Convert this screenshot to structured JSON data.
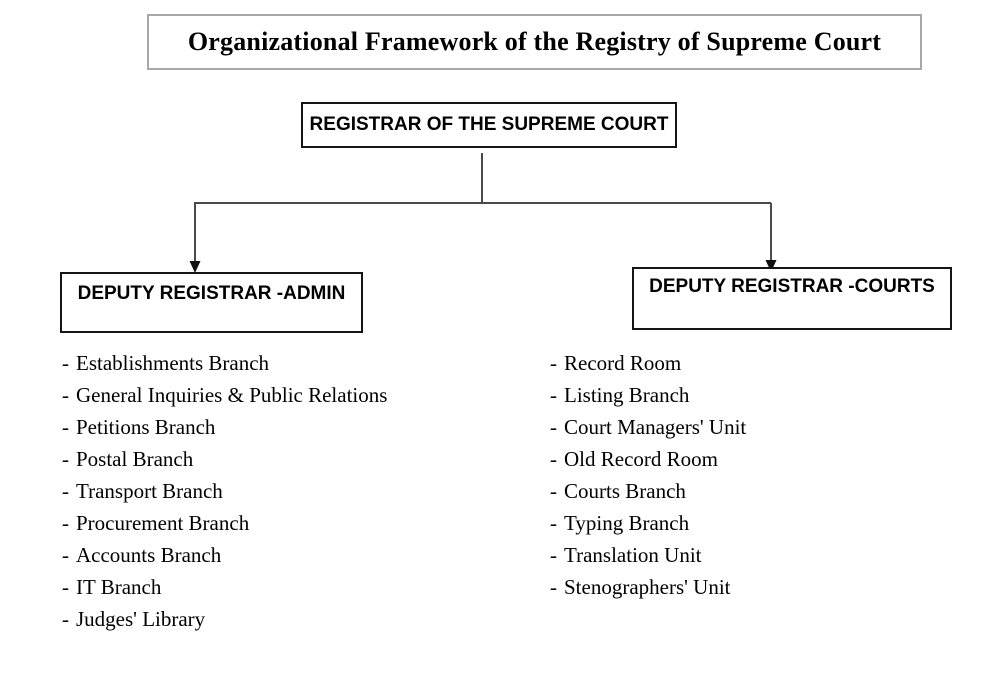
{
  "title": {
    "text": "Organizational Framework of the Registry of Supreme Court"
  },
  "root_node": {
    "label": "REGISTRAR OF THE SUPREME COURT"
  },
  "bullet": "-",
  "branches": [
    {
      "label": "DEPUTY REGISTRAR -ADMIN",
      "items": [
        "Establishments Branch",
        "General Inquiries & Public Relations",
        "Petitions Branch",
        "Postal Branch",
        "Transport Branch",
        "Procurement Branch",
        "Accounts Branch",
        "IT Branch",
        "Judges' Library"
      ]
    },
    {
      "label": "DEPUTY REGISTRAR -COURTS",
      "items": [
        "Record Room",
        "Listing Branch",
        "Court Managers' Unit",
        "Old Record Room",
        "Courts Branch",
        "Typing Branch",
        "Translation Unit",
        "Stenographers' Unit"
      ]
    }
  ],
  "colors": {
    "page_bg": "#ffffff",
    "text": "#000000",
    "box_border": "#151515",
    "title_border": "#a8a8a8",
    "connector": "#4a4a4a",
    "arrowhead": "#111111"
  }
}
